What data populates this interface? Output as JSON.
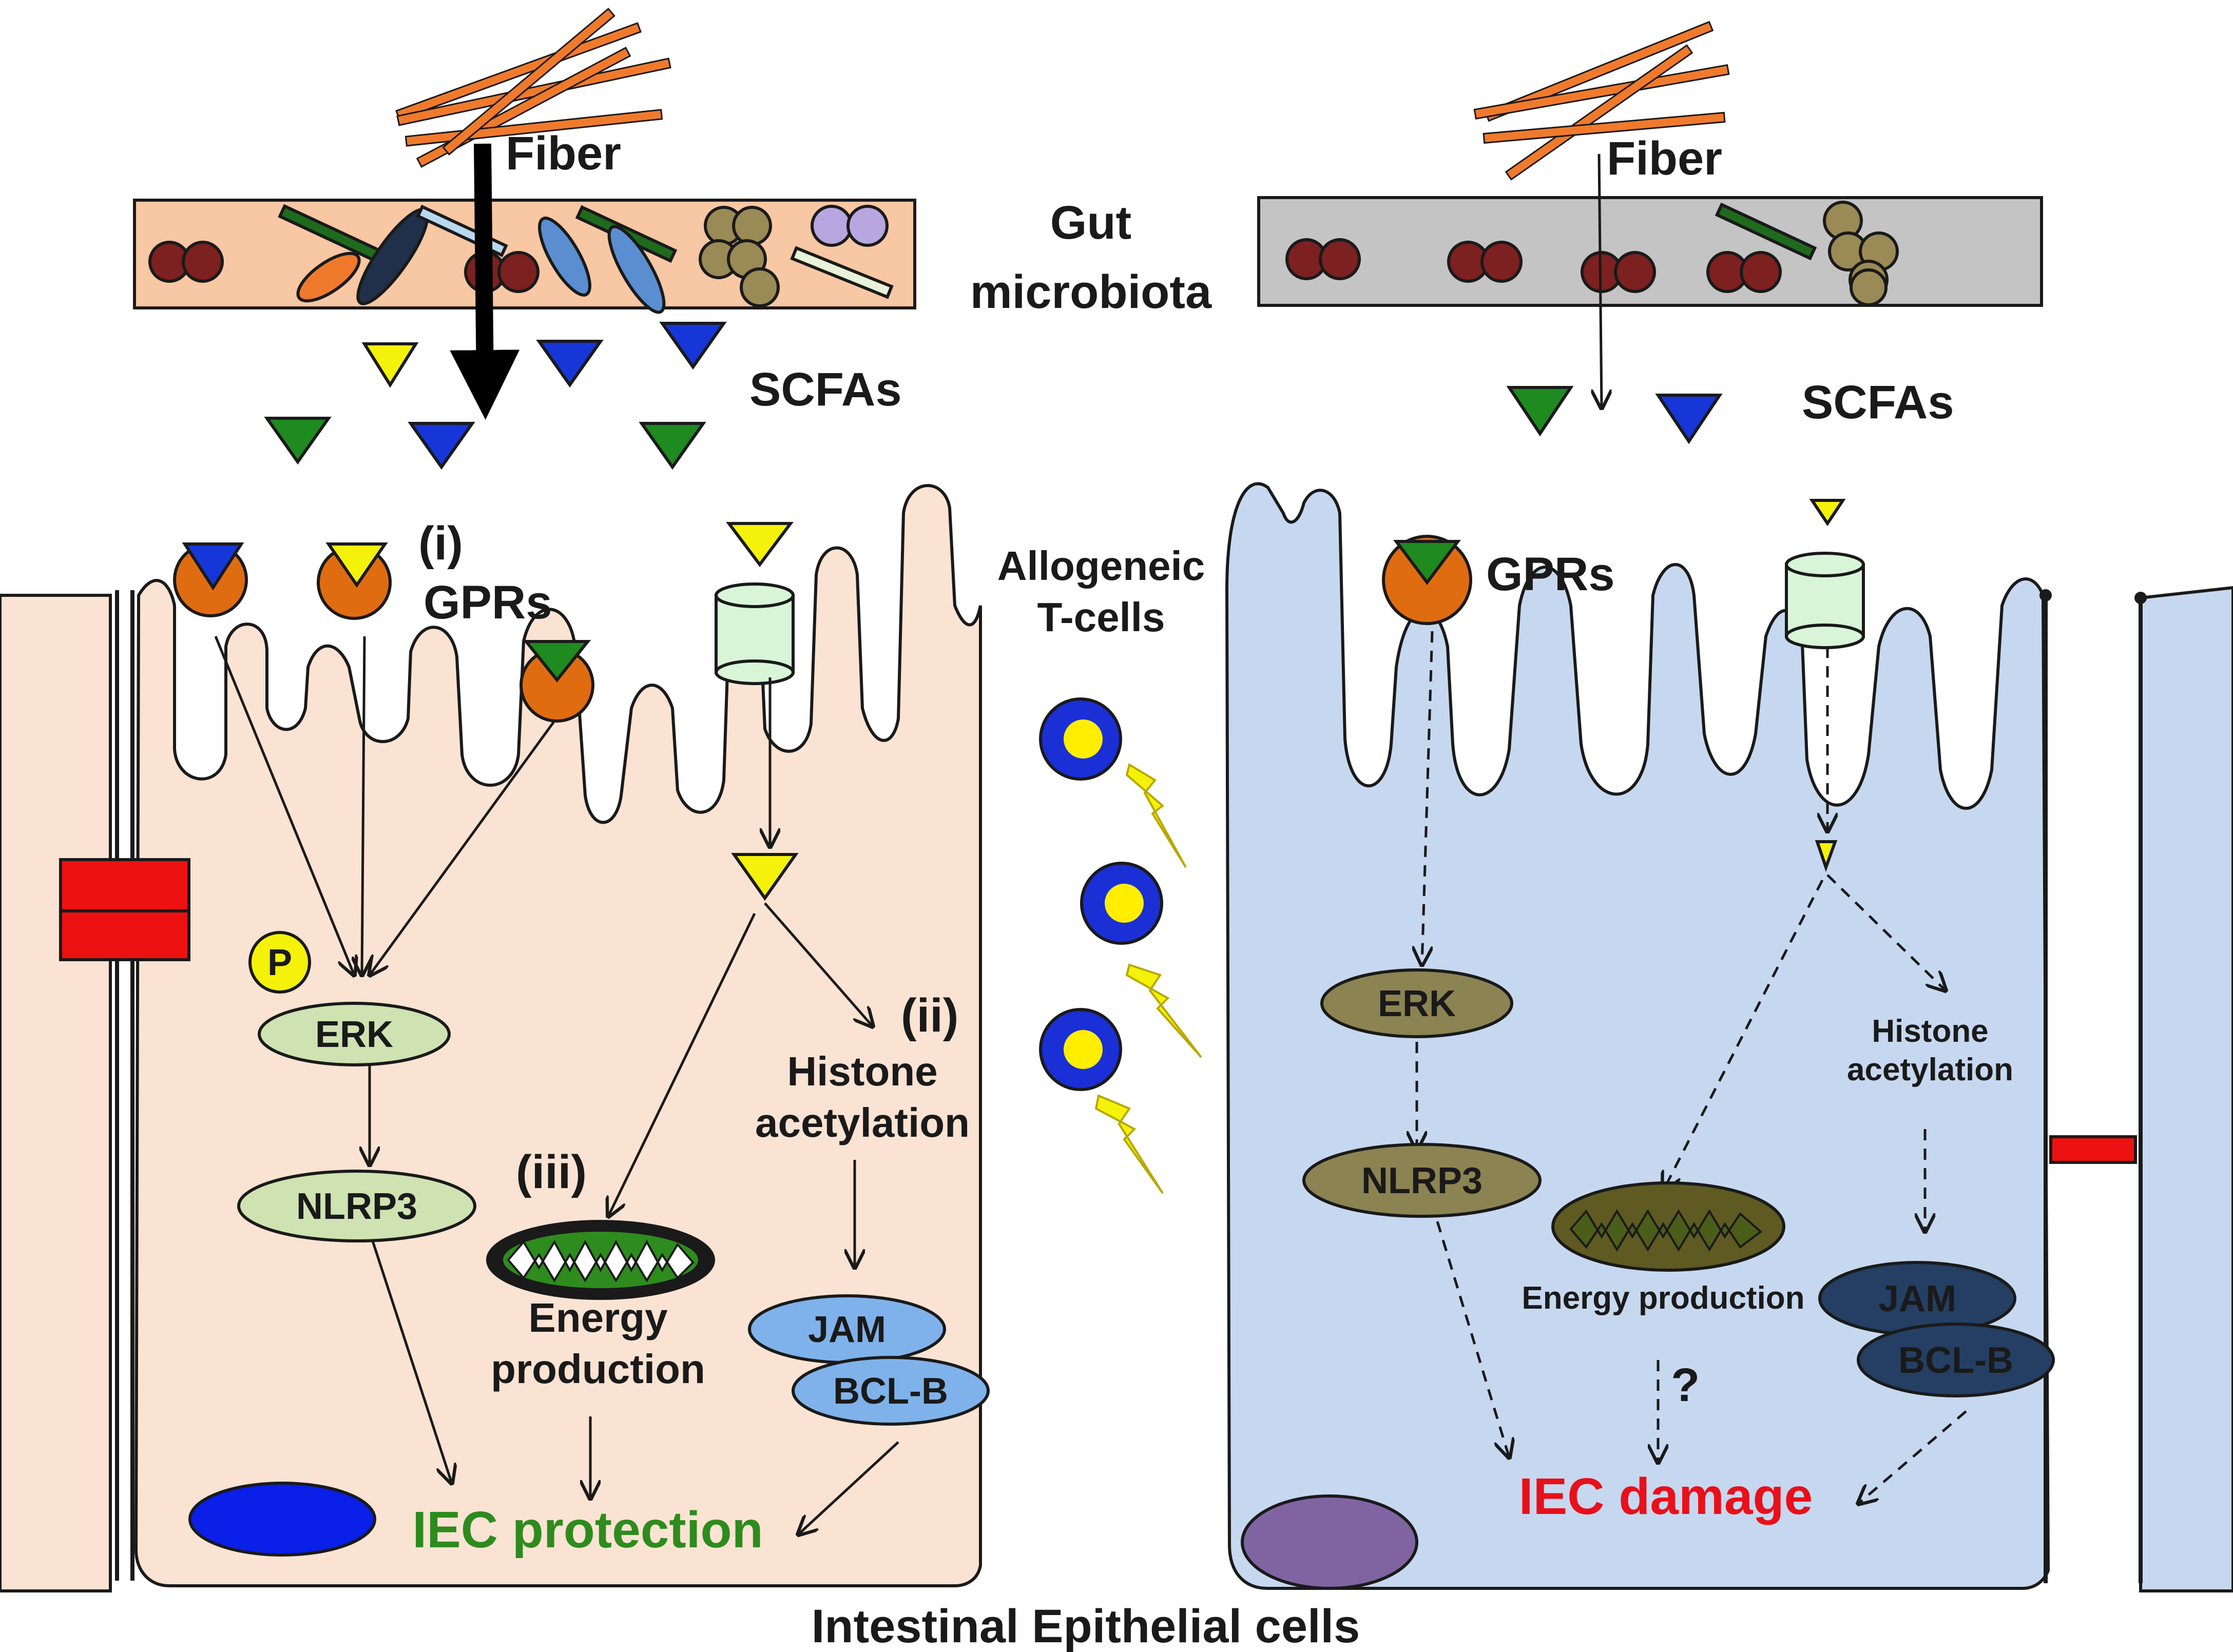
{
  "labels": {
    "fiber_left": "Fiber",
    "fiber_right": "Fiber",
    "gut_microbiota_line1": "Gut",
    "gut_microbiota_line2": "microbiota",
    "scfas_left": "SCFAs",
    "scfas_right": "SCFAs",
    "gprs_left": "GPRs",
    "gprs_right": "GPRs",
    "marker_i": "(i)",
    "marker_ii": "(ii)",
    "marker_iii": "(iii)",
    "allogeneic_line1": "Allogeneic",
    "allogeneic_line2": "T-cells",
    "phospho": "P",
    "erk_left": "ERK",
    "erk_right": "ERK",
    "nlrp3_left": "NLRP3",
    "nlrp3_right": "NLRP3",
    "histone_left_line1": "Histone",
    "histone_left_line2": "acetylation",
    "histone_right_line1": "Histone",
    "histone_right_line2": "acetylation",
    "energy_left_line1": "Energy",
    "energy_left_line2": "production",
    "energy_right": "Energy production",
    "jam_left": "JAM",
    "jam_right": "JAM",
    "bclb_left": "BCL-B",
    "bclb_right": "BCL-B",
    "question": "?",
    "iec_protection": "IEC protection",
    "iec_damage": "IEC damage",
    "bottom_title": "Intestinal Epithelial cells"
  },
  "colors": {
    "cell_left": "#fbe3d3",
    "cell_right": "#c6d8ef",
    "microbiota_left": "#f8c7a3",
    "microbiota_right": "#c4c4c4",
    "fiber": "#f07a2c",
    "gpr": "#e06c12",
    "erk_left": "#cfe2b2",
    "erk_right": "#8c8352",
    "jam_left": "#7fb2ea",
    "jam_right": "#243f63",
    "protection_text": "#2e8b1e",
    "damage_text": "#e8101a",
    "tight_junction": "#ee1111",
    "tcell_outer": "#1a2fd6",
    "tcell_inner": "#ffee00",
    "scfa_yellow": "#f4f20a",
    "scfa_green": "#1f8a1f",
    "scfa_blue": "#1636d8"
  }
}
